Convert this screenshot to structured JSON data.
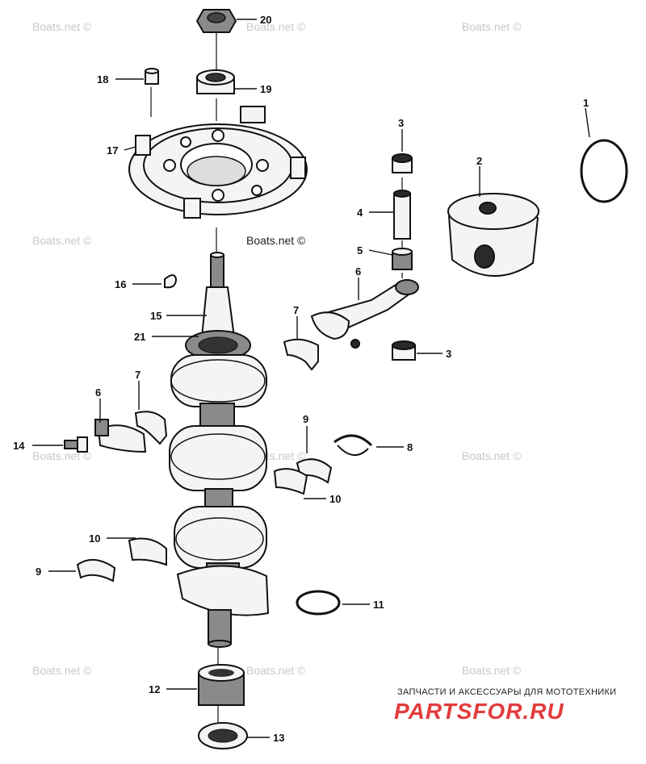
{
  "diagram": {
    "callouts": {
      "c1": "1",
      "c2": "2",
      "c3a": "3",
      "c3b": "3",
      "c4": "4",
      "c5": "5",
      "c6a": "6",
      "c6b": "6",
      "c7a": "7",
      "c7b": "7",
      "c8": "8",
      "c9a": "9",
      "c9b": "9",
      "c10a": "10",
      "c10b": "10",
      "c11": "11",
      "c12": "12",
      "c13": "13",
      "c14": "14",
      "c15": "15",
      "c16": "16",
      "c17": "17",
      "c18": "18",
      "c19": "19",
      "c20": "20",
      "c21": "21"
    },
    "watermark": "Boats.net ©",
    "brand_tagline": "ЗАПЧАСТИ И АКСЕССУАРЫ ДЛЯ МОТОТЕХНИКИ",
    "brand_logo": "PARTSFOR.RU"
  },
  "colors": {
    "ink": "#111111",
    "watermark": "#c8c8c8",
    "brand": "#e23c3c"
  }
}
